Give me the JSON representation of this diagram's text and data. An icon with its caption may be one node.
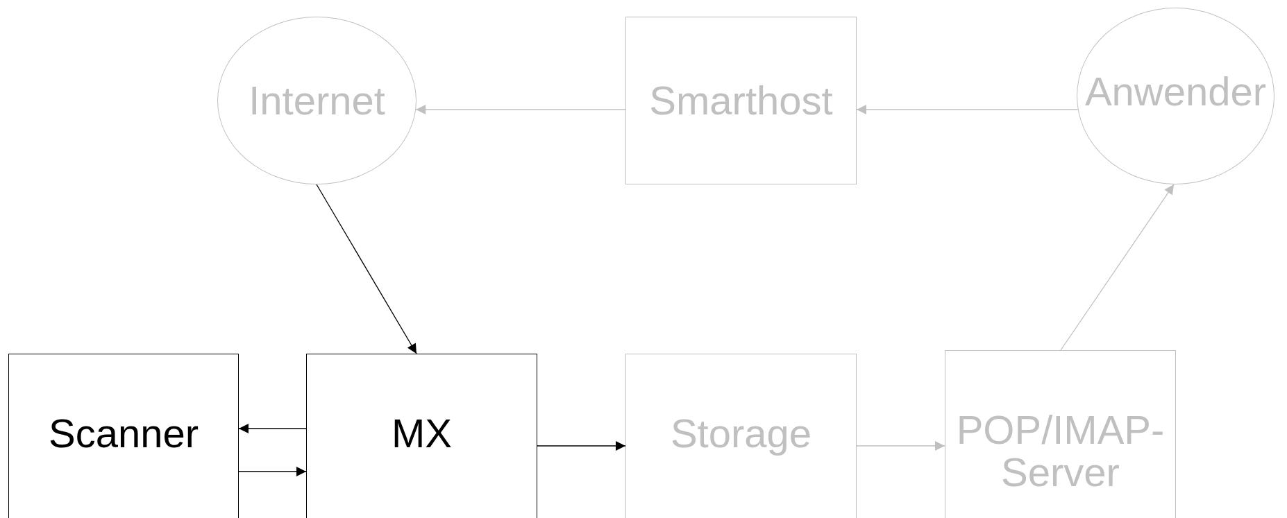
{
  "diagram": {
    "nodes": [
      {
        "text": [
          "Internet"
        ]
      },
      {
        "text": [
          "Smarthost"
        ]
      },
      {
        "text": [
          "Anwender"
        ]
      },
      {
        "text": [
          "Scanner"
        ]
      },
      {
        "text": [
          "MX"
        ]
      },
      {
        "text": [
          "Storage"
        ]
      },
      {
        "text": [
          "POP/IMAP-Server"
        ]
      }
    ],
    "edges": [
      {
        "from": 2,
        "to": 1,
        "arrow": "to",
        "color": "#c0c0c0"
      },
      {
        "from": 1,
        "to": 0,
        "arrow": "to",
        "color": "#c0c0c0"
      },
      {
        "from": 0,
        "to": 4,
        "arrow": "to",
        "color": "#000000"
      },
      {
        "from": 4,
        "to": 3,
        "arrow": "to",
        "color": "#000000"
      },
      {
        "from": 3,
        "to": 4,
        "arrow": "to",
        "color": "#000000"
      },
      {
        "from": 4,
        "to": 5,
        "arrow": "to",
        "color": "#000000"
      },
      {
        "from": 5,
        "to": 6,
        "arrow": "to",
        "color": "#c0c0c0"
      },
      {
        "from": 6,
        "to": 2,
        "arrow": "to",
        "color": "#c0c0c0"
      }
    ]
  }
}
